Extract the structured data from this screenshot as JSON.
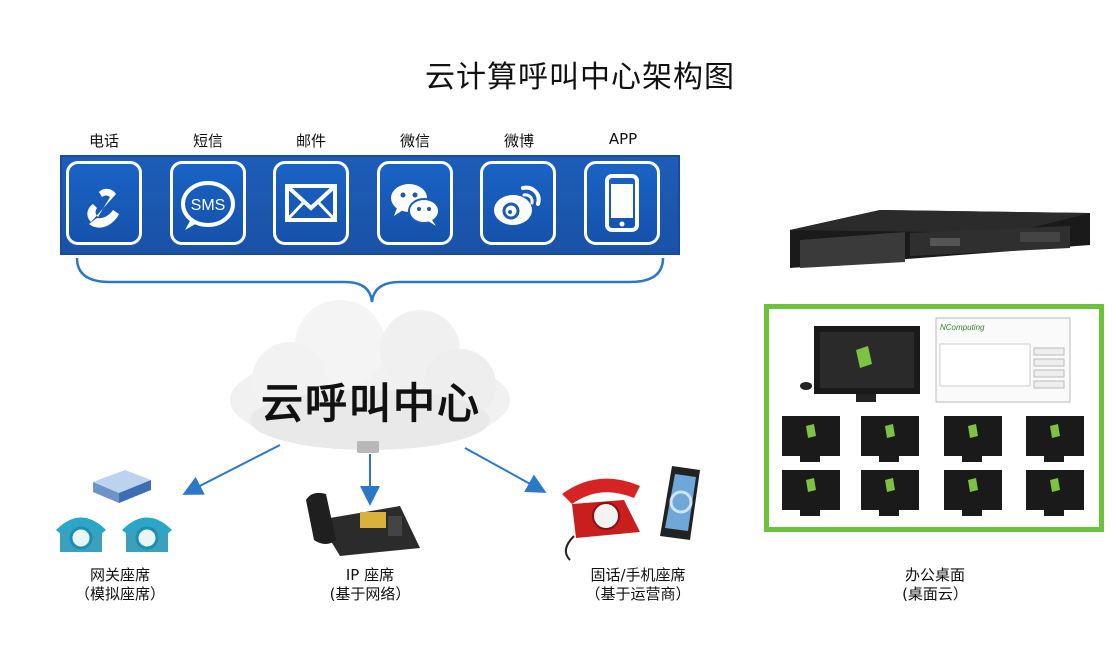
{
  "title": "云计算呼叫中心架构图",
  "channels": [
    {
      "label": "电话",
      "icon": "phone-icon"
    },
    {
      "label": "短信",
      "icon": "sms-icon"
    },
    {
      "label": "邮件",
      "icon": "mail-icon"
    },
    {
      "label": "微信",
      "icon": "wechat-icon"
    },
    {
      "label": "微博",
      "icon": "weibo-icon"
    },
    {
      "label": "APP",
      "icon": "smartphone-icon"
    }
  ],
  "sms_icon_text": "SMS",
  "cloud": {
    "label": "云呼叫中心"
  },
  "endpoints": [
    {
      "line1": "网关座席",
      "line2": "（模拟座席）"
    },
    {
      "line1": "IP 座席",
      "line2": "(基于网络）"
    },
    {
      "line1": "固话/手机座席",
      "line2": "（基于运营商）"
    }
  ],
  "desktop": {
    "line1": "办公桌面",
    "line2": "(桌面云）"
  },
  "ncomputing_logo": "NComputing",
  "colors": {
    "channel_blue": "#1a5bb5",
    "arrow_blue": "#2a78c6",
    "frame_green": "#6cc23b"
  }
}
